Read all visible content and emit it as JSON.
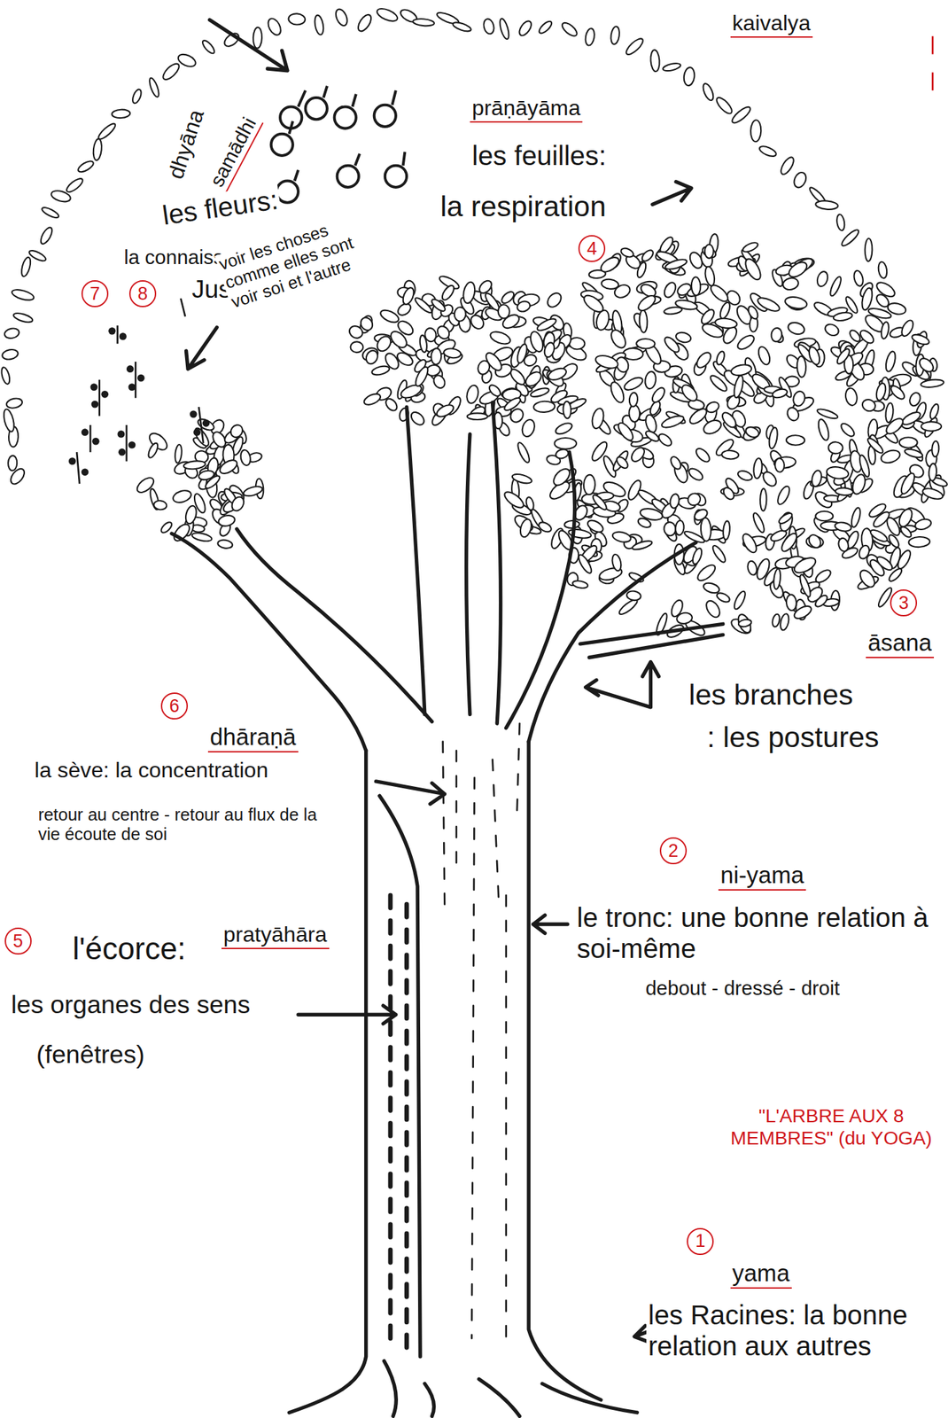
{
  "diagram": {
    "title": "\"L'ARBRE AUX 8 MEMBRES\" (du YOGA)",
    "labels": [
      "kaivalya",
      "prāṇāyāma",
      "les feuilles:",
      "la respiration",
      "4",
      "dhyāna",
      "samādhi",
      "les fleurs:",
      "la connaissance",
      "7",
      "8",
      "Juste",
      "voir les choses comme elles sont voir soi et l'autre",
      "3",
      "āsana",
      "les branches",
      ": les postures",
      "6",
      "dhāraṇā",
      "la sève: la concentration",
      "retour au centre - retour au flux de la vie écoute de soi",
      "5",
      "l'écorce:",
      "pratyāhāra",
      "les organes des sens",
      "(fenêtres)",
      "2",
      "ni-yama",
      "le tronc: une bonne relation à soi-même",
      "debout - dressé - droit",
      "1",
      "yama",
      "les Racines: la bonne relation aux autres"
    ]
  }
}
